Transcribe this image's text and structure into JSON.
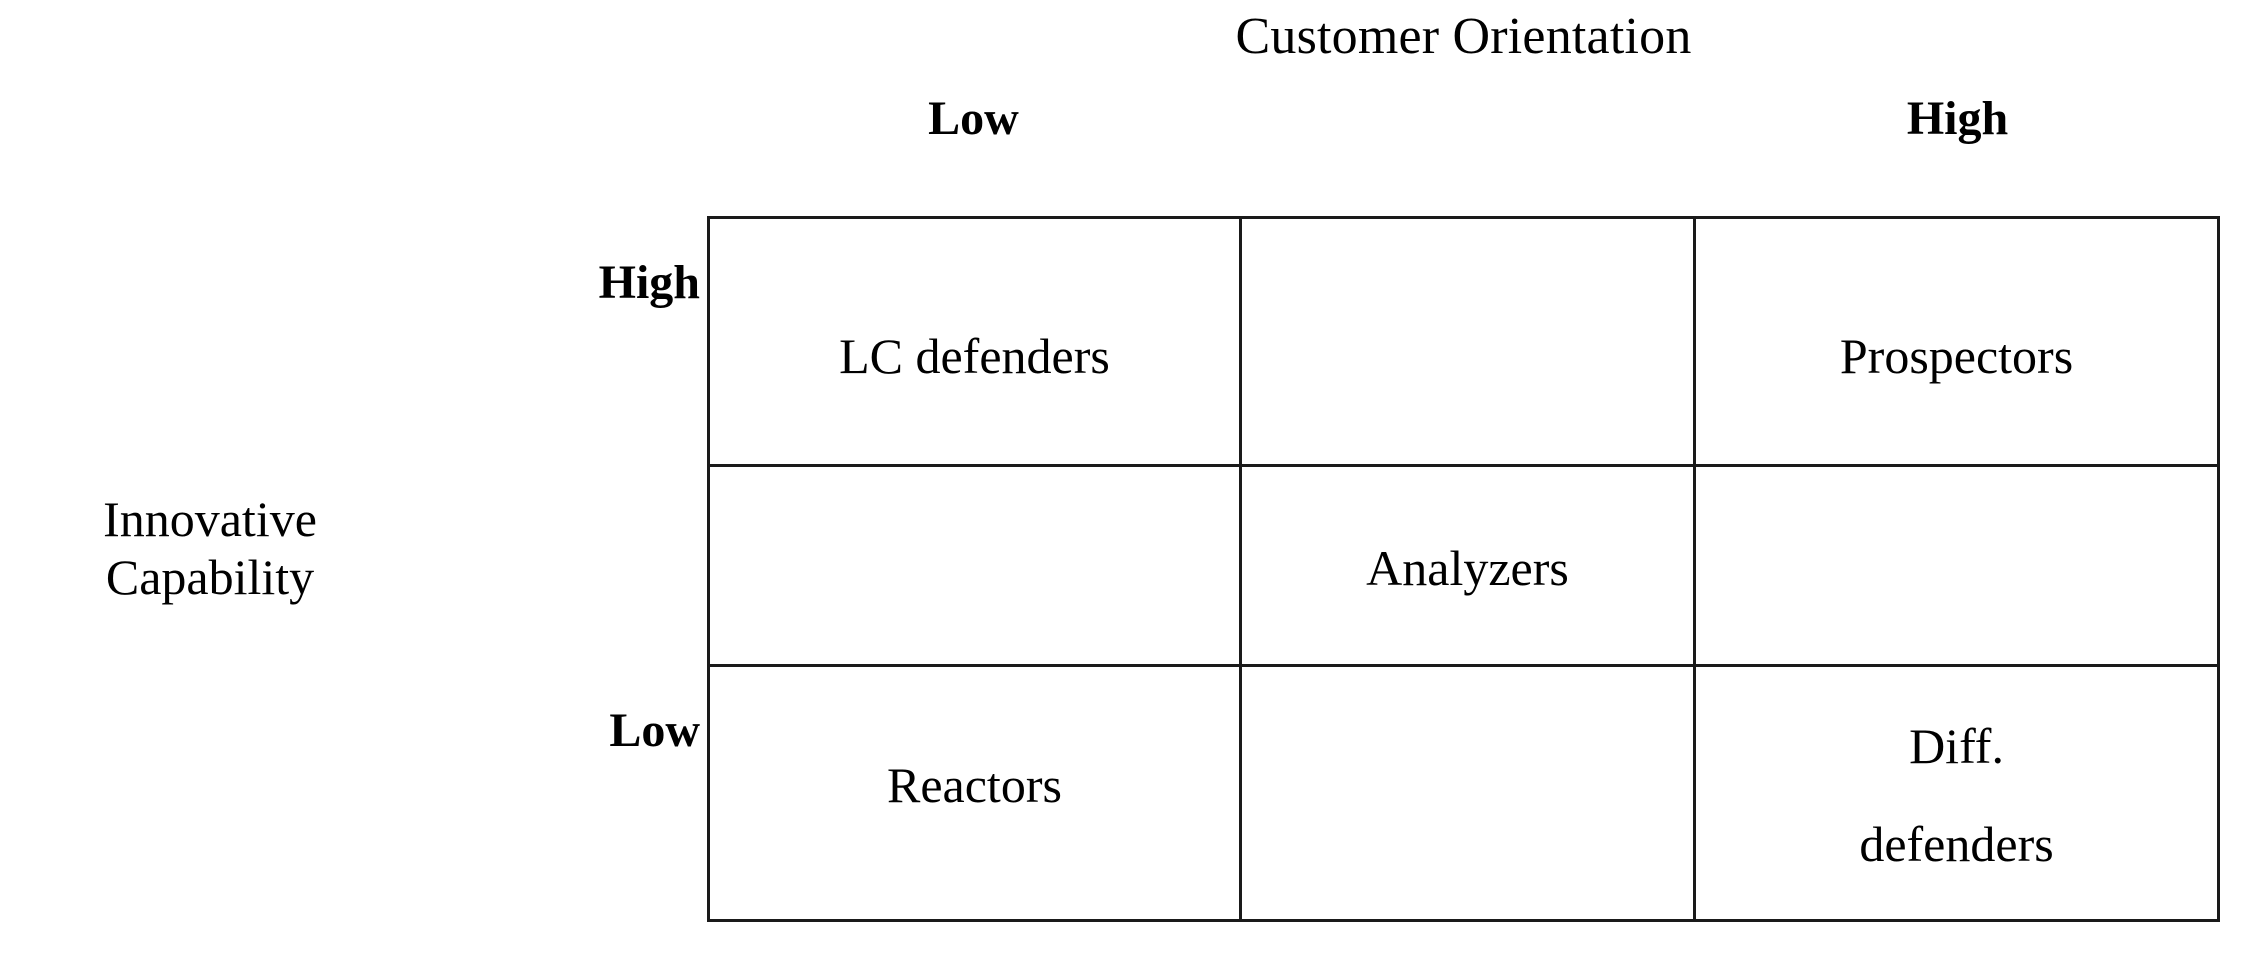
{
  "figure": {
    "type": "matrix",
    "column_axis_title": "Customer Orientation",
    "row_axis_title_line1": "Innovative",
    "row_axis_title_line2": "Capability",
    "column_headers": [
      "Low",
      "",
      "High"
    ],
    "row_headers": [
      "High",
      "",
      "Low"
    ],
    "cells": [
      [
        {
          "label": "LC defenders",
          "empty": false
        },
        {
          "label": "",
          "empty": true
        },
        {
          "label": "Prospectors",
          "empty": false
        }
      ],
      [
        {
          "label": "",
          "empty": true
        },
        {
          "label": "Analyzers",
          "empty": false
        },
        {
          "label": "",
          "empty": true
        }
      ],
      [
        {
          "label": "Reactors",
          "empty": false
        },
        {
          "label": "",
          "empty": true
        },
        {
          "label_line1": "Diff.",
          "label_line2": "defenders",
          "empty": false
        }
      ]
    ],
    "colors": {
      "background": "#ffffff",
      "border": "#1a1a1a",
      "text": "#000000"
    }
  },
  "chart_data": {
    "type": "table",
    "title": "Customer Orientation",
    "xlabel": "Customer Orientation",
    "ylabel": "Innovative Capability",
    "columns": [
      "Low",
      "",
      "High"
    ],
    "rows": [
      "High",
      "",
      "Low"
    ],
    "values": [
      [
        "LC defenders",
        "",
        "Prospectors"
      ],
      [
        "",
        "Analyzers",
        ""
      ],
      [
        "Reactors",
        "",
        "Diff. defenders"
      ]
    ],
    "grid": true,
    "legend": "none"
  }
}
